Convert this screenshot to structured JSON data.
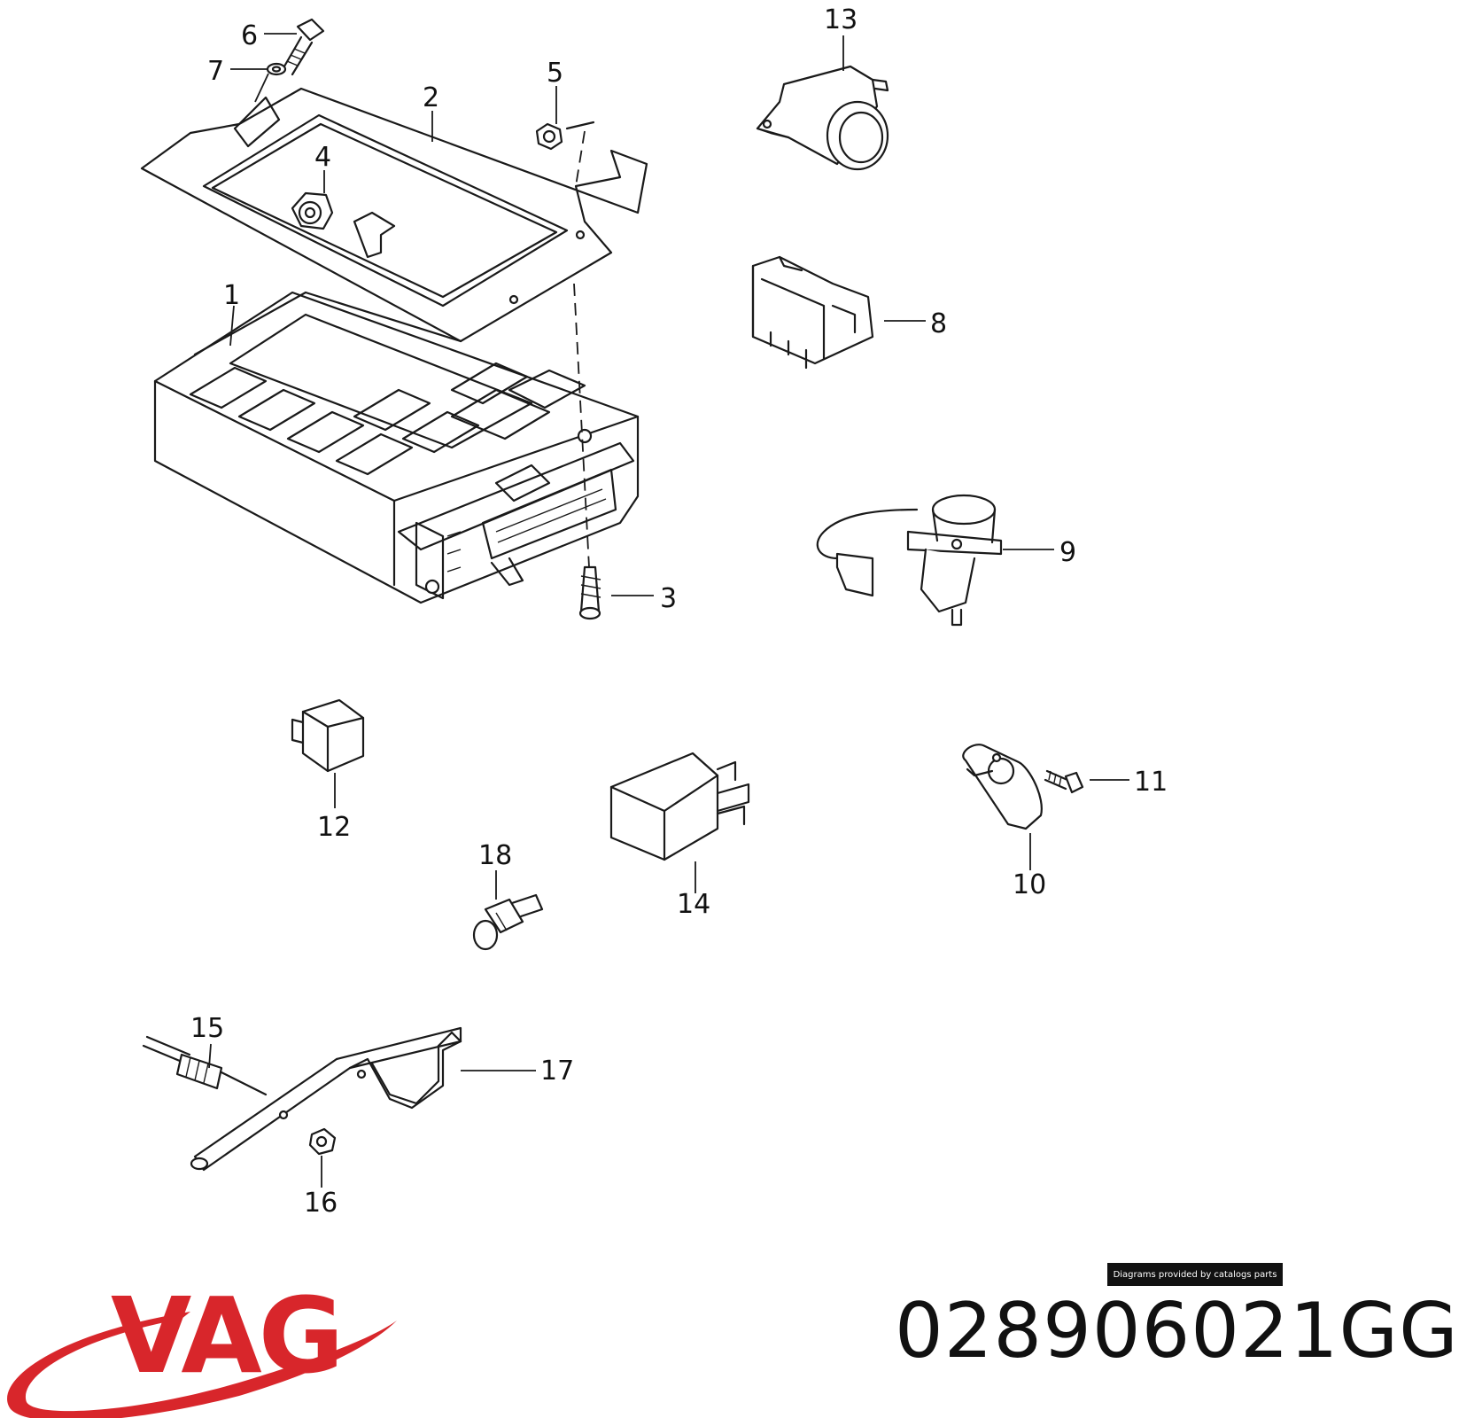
{
  "callouts": {
    "c1": "1",
    "c2": "2",
    "c3": "3",
    "c4": "4",
    "c5": "5",
    "c6": "6",
    "c7": "7",
    "c8": "8",
    "c9": "9",
    "c10": "10",
    "c11": "11",
    "c12": "12",
    "c13": "13",
    "c14": "14",
    "c15": "15",
    "c16": "16",
    "c17": "17",
    "c18": "18"
  },
  "credit": "Diagrams provided by catalogs parts",
  "brand": {
    "logo_text": "VAG",
    "logo_color": "#d8262b"
  },
  "part_number": "028906021GG"
}
